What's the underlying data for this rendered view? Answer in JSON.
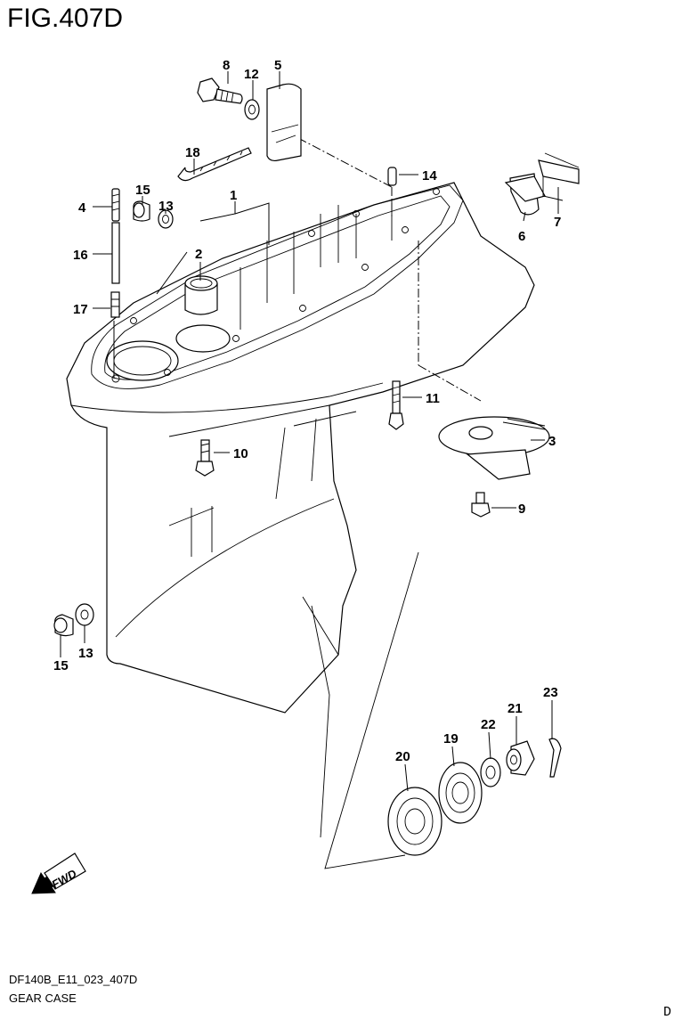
{
  "figure": {
    "title": "FIG.407D",
    "code": "DF140B_E11_023_407D",
    "name": "GEAR CASE",
    "corner_mark": "D",
    "fwd_label": "FWD"
  },
  "callouts": [
    {
      "id": "c1",
      "label": "1"
    },
    {
      "id": "c2",
      "label": "2"
    },
    {
      "id": "c3",
      "label": "3"
    },
    {
      "id": "c4",
      "label": "4"
    },
    {
      "id": "c5",
      "label": "5"
    },
    {
      "id": "c6",
      "label": "6"
    },
    {
      "id": "c7",
      "label": "7"
    },
    {
      "id": "c8",
      "label": "8"
    },
    {
      "id": "c9",
      "label": "9"
    },
    {
      "id": "c10",
      "label": "10"
    },
    {
      "id": "c11",
      "label": "11"
    },
    {
      "id": "c12",
      "label": "12"
    },
    {
      "id": "c13a",
      "label": "13"
    },
    {
      "id": "c13b",
      "label": "13"
    },
    {
      "id": "c14",
      "label": "14"
    },
    {
      "id": "c15a",
      "label": "15"
    },
    {
      "id": "c15b",
      "label": "15"
    },
    {
      "id": "c16",
      "label": "16"
    },
    {
      "id": "c17",
      "label": "17"
    },
    {
      "id": "c18",
      "label": "18"
    },
    {
      "id": "c19",
      "label": "19"
    },
    {
      "id": "c20",
      "label": "20"
    },
    {
      "id": "c21",
      "label": "21"
    },
    {
      "id": "c22",
      "label": "22"
    },
    {
      "id": "c23",
      "label": "23"
    }
  ]
}
